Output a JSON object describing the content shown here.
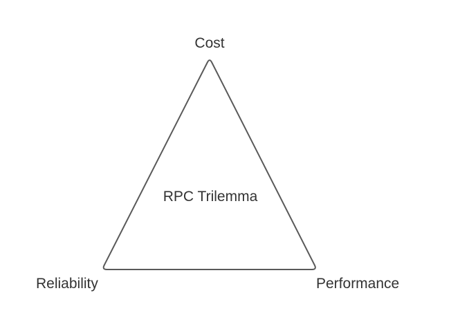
{
  "diagram": {
    "type": "triangle-trilemma",
    "center_label": "RPC Trilemma",
    "vertices": {
      "top": "Cost",
      "bottom_left": "Reliability",
      "bottom_right": "Performance"
    },
    "colors": {
      "stroke": "#595959",
      "text": "#333333",
      "background": "#ffffff"
    }
  }
}
